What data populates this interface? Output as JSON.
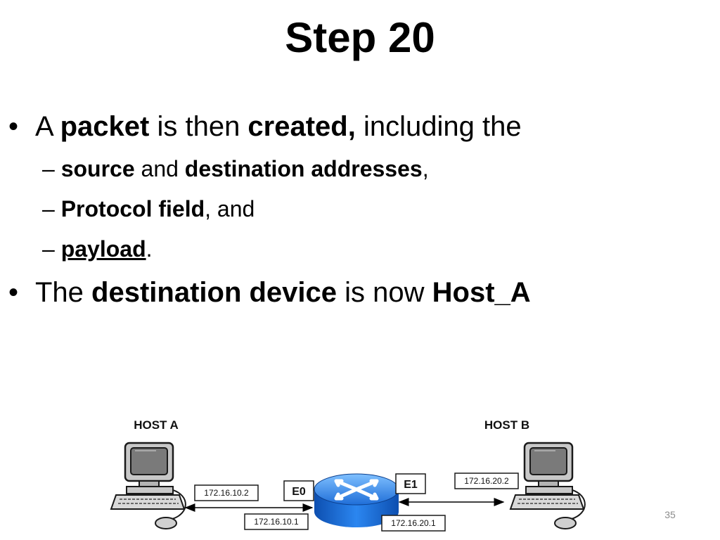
{
  "slide": {
    "title": "Step 20",
    "number": "35"
  },
  "bullets": [
    {
      "marker": "•",
      "parts": [
        {
          "text": "A ",
          "bold": false
        },
        {
          "text": "packet",
          "bold": true
        },
        {
          "text": " is then ",
          "bold": false
        },
        {
          "text": "created,",
          "bold": true
        },
        {
          "text": " including the",
          "bold": false
        }
      ]
    },
    {
      "marker": "•",
      "parts": [
        {
          "text": "The ",
          "bold": false
        },
        {
          "text": "destination device",
          "bold": true
        },
        {
          "text": " is now ",
          "bold": false
        },
        {
          "text": "Host_A",
          "bold": true
        }
      ]
    }
  ],
  "sub_bullets": [
    {
      "marker": "–",
      "parts": [
        {
          "text": "source",
          "bold": true
        },
        {
          "text": " and ",
          "bold": false
        },
        {
          "text": "destination addresses",
          "bold": true
        },
        {
          "text": ",",
          "bold": false
        }
      ]
    },
    {
      "marker": "–",
      "parts": [
        {
          "text": "Protocol field",
          "bold": true
        },
        {
          "text": ", and",
          "bold": false
        }
      ]
    },
    {
      "marker": "–",
      "parts": [
        {
          "text": "payload",
          "bold": true,
          "underline": true
        },
        {
          "text": ".",
          "bold": false
        }
      ]
    }
  ],
  "diagram": {
    "host_a_label": "HOST A",
    "host_b_label": "HOST B",
    "host_a_ip": "172.16.10.2",
    "host_b_ip": "172.16.20.2",
    "router_e0_label": "E0",
    "router_e1_label": "E1",
    "router_e0_ip": "172.16.10.1",
    "router_e1_ip": "172.16.20.1",
    "colors": {
      "router_blue": "#1e6fd9",
      "router_light": "#5aa8ff",
      "monitor_gray": "#8c8c8c",
      "screen_dark": "#6e6e6e"
    },
    "icons": [
      "computer-icon",
      "router-icon",
      "double-arrow-icon"
    ]
  }
}
